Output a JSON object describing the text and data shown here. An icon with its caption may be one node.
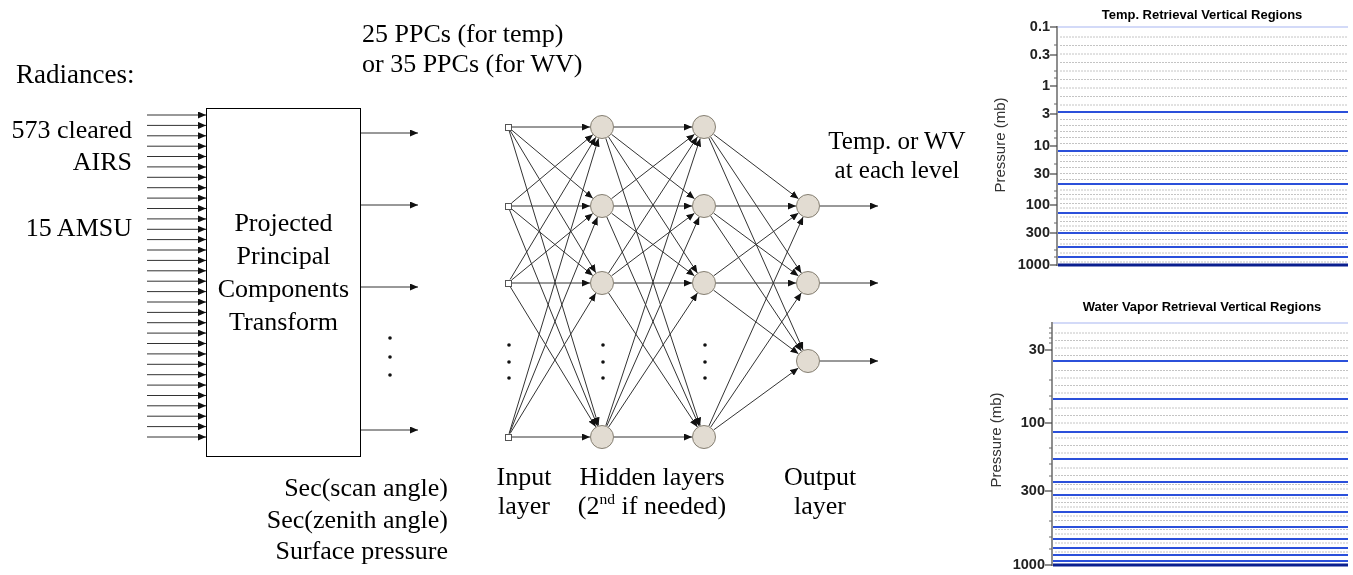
{
  "diagram": {
    "nodes": [
      {
        "text": [
          "Projected Principal Components Transform"
        ]
      },
      {
        "text": [],
        "shape": "box"
      },
      {
        "text": [],
        "shape": "box"
      },
      {
        "text": [],
        "shape": "box"
      },
      {
        "text": [],
        "shape": "box"
      },
      {
        "text": [],
        "shape": "circle"
      },
      {
        "text": [],
        "shape": "circle"
      },
      {
        "text": [],
        "shape": "circle"
      },
      {
        "text": [],
        "shape": "circle"
      },
      {
        "text": [],
        "shape": "circle"
      },
      {
        "text": [],
        "shape": "circle"
      },
      {
        "text": [],
        "shape": "circle"
      },
      {
        "text": [],
        "shape": "circle"
      },
      {
        "text": [],
        "shape": "circle"
      },
      {
        "text": [],
        "shape": "circle"
      },
      {
        "text": [],
        "shape": "circle"
      }
    ],
    "edges": [
      {
        "from": null,
        "to": 0,
        "arrow": "to"
      },
      {
        "from": null,
        "to": 0,
        "arrow": "to"
      },
      {
        "from": null,
        "to": 0,
        "arrow": "to"
      },
      {
        "from": null,
        "to": 0,
        "arrow": "to"
      },
      {
        "from": null,
        "to": 0,
        "arrow": "to"
      },
      {
        "from": null,
        "to": 0,
        "arrow": "to"
      },
      {
        "from": null,
        "to": 0,
        "arrow": "to"
      },
      {
        "from": null,
        "to": 0,
        "arrow": "to"
      },
      {
        "from": null,
        "to": 0,
        "arrow": "to"
      },
      {
        "from": null,
        "to": 0,
        "arrow": "to"
      },
      {
        "from": null,
        "to": 0,
        "arrow": "to"
      },
      {
        "from": null,
        "to": 0,
        "arrow": "to"
      },
      {
        "from": null,
        "to": 0,
        "arrow": "to"
      },
      {
        "from": null,
        "to": 0,
        "arrow": "to"
      },
      {
        "from": null,
        "to": 0,
        "arrow": "to"
      },
      {
        "from": null,
        "to": 0,
        "arrow": "to"
      },
      {
        "from": null,
        "to": 0,
        "arrow": "to"
      },
      {
        "from": null,
        "to": 0,
        "arrow": "to"
      },
      {
        "from": null,
        "to": 0,
        "arrow": "to"
      },
      {
        "from": null,
        "to": 0,
        "arrow": "to"
      },
      {
        "from": null,
        "to": 0,
        "arrow": "to"
      },
      {
        "from": null,
        "to": 0,
        "arrow": "to"
      },
      {
        "from": null,
        "to": 0,
        "arrow": "to"
      },
      {
        "from": null,
        "to": 0,
        "arrow": "to"
      },
      {
        "from": null,
        "to": 0,
        "arrow": "to"
      },
      {
        "from": null,
        "to": 0,
        "arrow": "to"
      },
      {
        "from": null,
        "to": 0,
        "arrow": "to"
      },
      {
        "from": null,
        "to": 0,
        "arrow": "to"
      },
      {
        "from": null,
        "to": 0,
        "arrow": "to"
      },
      {
        "from": null,
        "to": 0,
        "arrow": "to"
      },
      {
        "from": null,
        "to": 0,
        "arrow": "to"
      },
      {
        "from": null,
        "to": 0,
        "arrow": "to"
      },
      {
        "from": 0,
        "to": null,
        "arrow": "to"
      },
      {
        "from": 0,
        "to": null,
        "arrow": "to"
      },
      {
        "from": 0,
        "to": null,
        "arrow": "to"
      },
      {
        "from": 0,
        "to": null,
        "arrow": "to"
      },
      {
        "from": 1,
        "to": 5,
        "arrow": "to"
      },
      {
        "from": 1,
        "to": 6,
        "arrow": "to"
      },
      {
        "from": 1,
        "to": 7,
        "arrow": "to"
      },
      {
        "from": 1,
        "to": 8,
        "arrow": "to"
      },
      {
        "from": 2,
        "to": 5,
        "arrow": "to"
      },
      {
        "from": 2,
        "to": 6,
        "arrow": "to"
      },
      {
        "from": 2,
        "to": 7,
        "arrow": "to"
      },
      {
        "from": 2,
        "to": 8,
        "arrow": "to"
      },
      {
        "from": 3,
        "to": 5,
        "arrow": "to"
      },
      {
        "from": 3,
        "to": 6,
        "arrow": "to"
      },
      {
        "from": 3,
        "to": 7,
        "arrow": "to"
      },
      {
        "from": 3,
        "to": 8,
        "arrow": "to"
      },
      {
        "from": 4,
        "to": 5,
        "arrow": "to"
      },
      {
        "from": 4,
        "to": 6,
        "arrow": "to"
      },
      {
        "from": 4,
        "to": 7,
        "arrow": "to"
      },
      {
        "from": 4,
        "to": 8,
        "arrow": "to"
      },
      {
        "from": 5,
        "to": 9,
        "arrow": "to"
      },
      {
        "from": 5,
        "to": 10,
        "arrow": "to"
      },
      {
        "from": 5,
        "to": 11,
        "arrow": "to"
      },
      {
        "from": 5,
        "to": 12,
        "arrow": "to"
      },
      {
        "from": 6,
        "to": 9,
        "arrow": "to"
      },
      {
        "from": 6,
        "to": 10,
        "arrow": "to"
      },
      {
        "from": 6,
        "to": 11,
        "arrow": "to"
      },
      {
        "from": 6,
        "to": 12,
        "arrow": "to"
      },
      {
        "from": 7,
        "to": 9,
        "arrow": "to"
      },
      {
        "from": 7,
        "to": 10,
        "arrow": "to"
      },
      {
        "from": 7,
        "to": 11,
        "arrow": "to"
      },
      {
        "from": 7,
        "to": 12,
        "arrow": "to"
      },
      {
        "from": 8,
        "to": 9,
        "arrow": "to"
      },
      {
        "from": 8,
        "to": 10,
        "arrow": "to"
      },
      {
        "from": 8,
        "to": 11,
        "arrow": "to"
      },
      {
        "from": 8,
        "to": 12,
        "arrow": "to"
      },
      {
        "from": 9,
        "to": 13,
        "arrow": "to"
      },
      {
        "from": 9,
        "to": 14,
        "arrow": "to"
      },
      {
        "from": 9,
        "to": 15,
        "arrow": "to"
      },
      {
        "from": 10,
        "to": 13,
        "arrow": "to"
      },
      {
        "from": 10,
        "to": 14,
        "arrow": "to"
      },
      {
        "from": 10,
        "to": 15,
        "arrow": "to"
      },
      {
        "from": 11,
        "to": 13,
        "arrow": "to"
      },
      {
        "from": 11,
        "to": 14,
        "arrow": "to"
      },
      {
        "from": 11,
        "to": 15,
        "arrow": "to"
      },
      {
        "from": 12,
        "to": 13,
        "arrow": "to"
      },
      {
        "from": 12,
        "to": 14,
        "arrow": "to"
      },
      {
        "from": 12,
        "to": 15,
        "arrow": "to"
      },
      {
        "from": 13,
        "to": null,
        "arrow": "to"
      },
      {
        "from": 14,
        "to": null,
        "arrow": "to"
      },
      {
        "from": 15,
        "to": null,
        "arrow": "to"
      }
    ],
    "labels": [
      "Radiances:",
      "25 PPCs (for temp)",
      "or 35 PPCs (for WV)",
      "573 cleared AIRS",
      "15 AMSU",
      "Temp. or WV at each level",
      "Sec(scan angle) Sec(zenith angle) Surface pressure",
      "Input layer",
      "Hidden layers (2$^{nd}$ if needed)",
      "Output layer",
      "Temp. Retrieval Vertical Regions",
      "0.1",
      "0.3",
      "1",
      "3",
      "10",
      "30",
      "100",
      "300",
      "1000",
      "Pressure (mb)",
      "Water Vapor Retrieval Vertical Regions",
      "30",
      "100",
      "300",
      "1000",
      "Pressure (mb)"
    ]
  }
}
